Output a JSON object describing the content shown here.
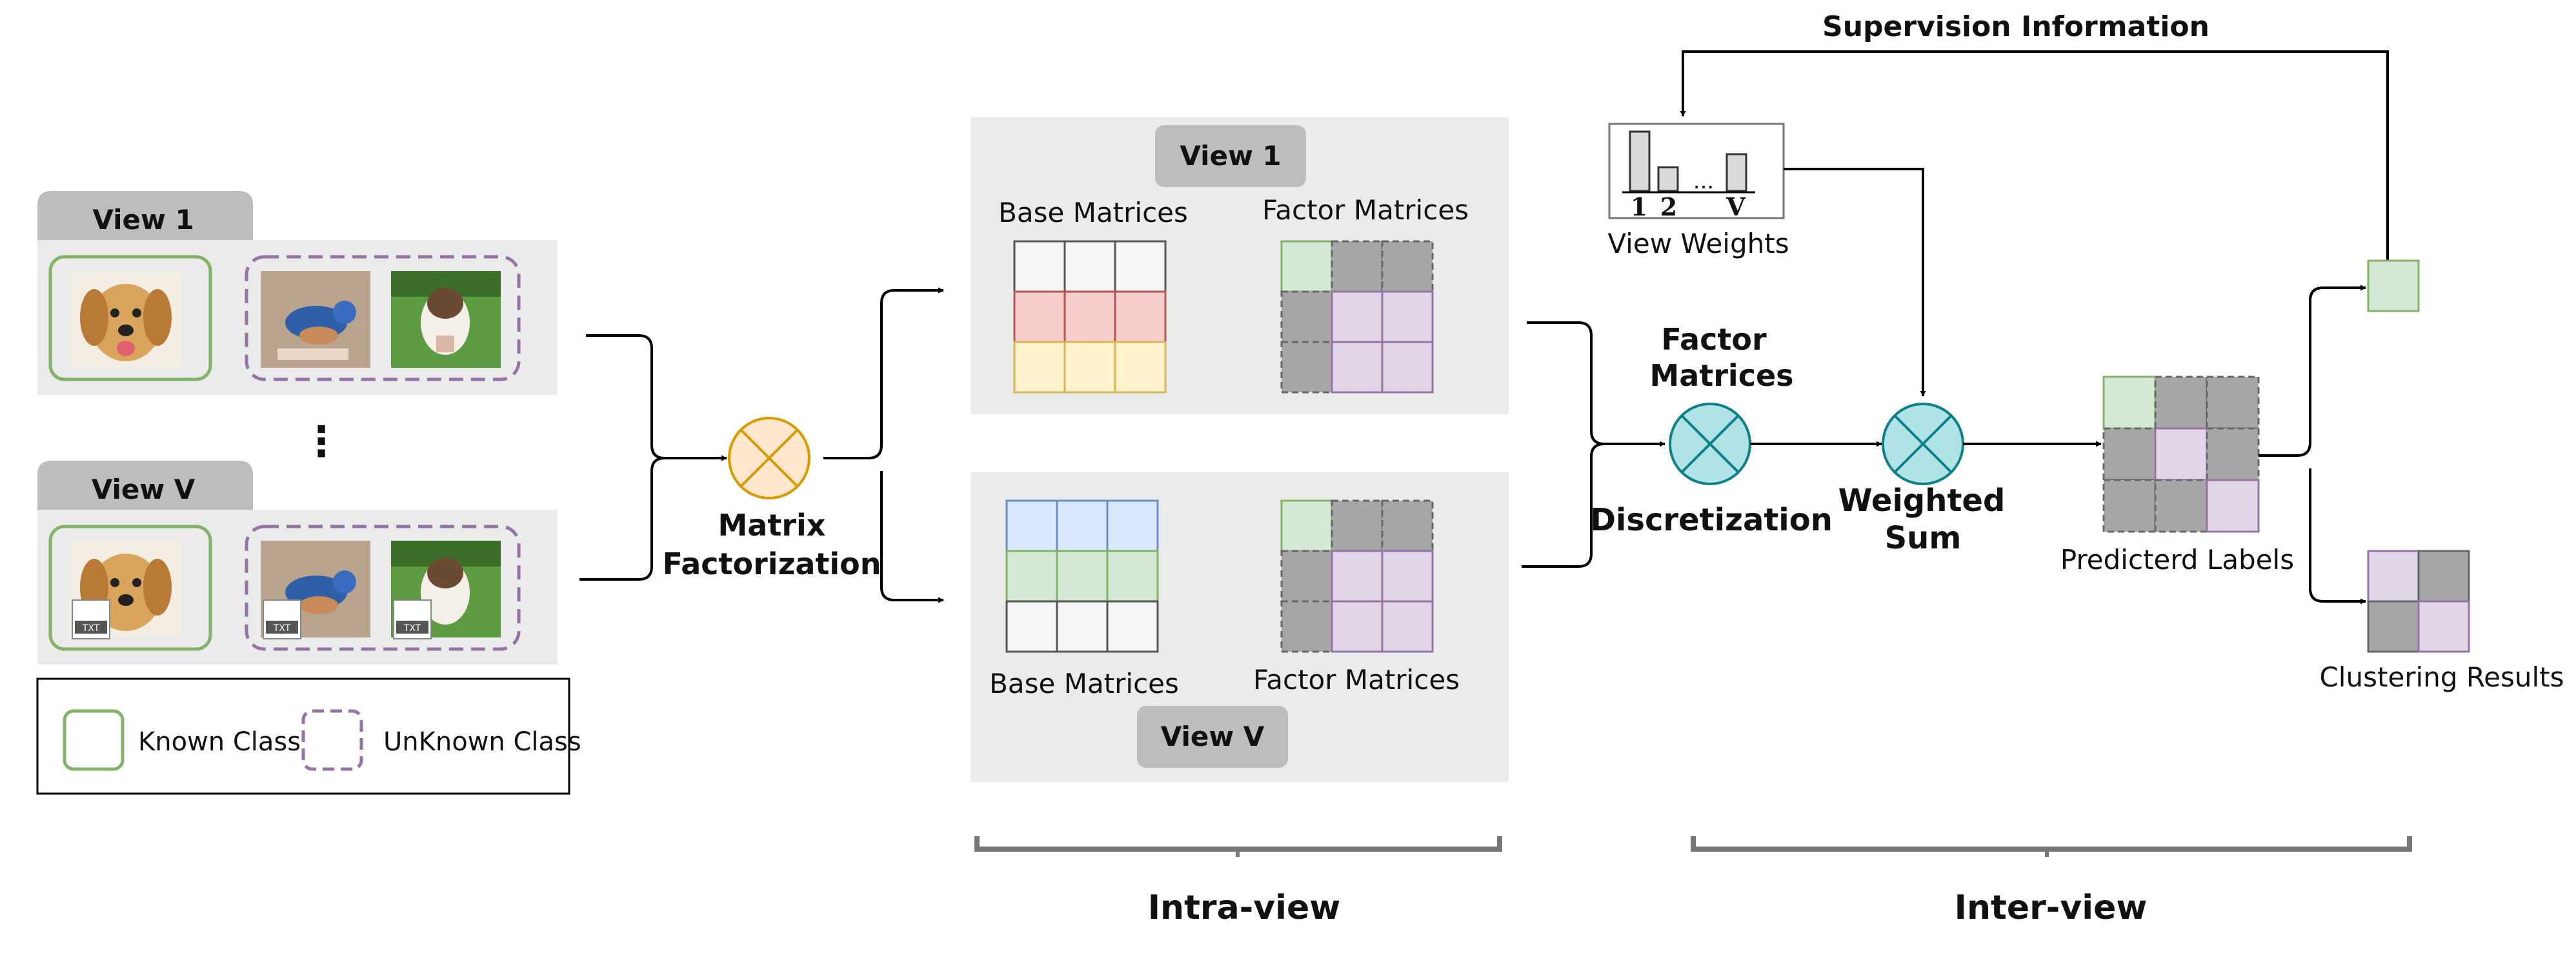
{
  "views": {
    "view_1_tab": "View 1",
    "view_v_tab": "View V",
    "ellipsis": "⋮"
  },
  "legend": {
    "known": "Known Class",
    "unknown": "UnKnown Class"
  },
  "image_icons": {
    "dog": "dog-photo",
    "bird": "bird-photo",
    "cow": "cow-photo",
    "txt_badge": "TXT"
  },
  "matrix_factorization": {
    "line1": "Matrix",
    "line2": "Factorization"
  },
  "intra_view": {
    "top_panel": {
      "title": "View 1",
      "base_label": "Base Matrices",
      "factor_label": "Factor Matrices"
    },
    "bottom_panel": {
      "title": "View V",
      "base_label": "Base Matrices",
      "factor_label": "Factor Matrices"
    },
    "section_label": "Intra-view"
  },
  "inter_view": {
    "supervision": "Supervision Information",
    "view_weights": {
      "label": "View Weights",
      "ticks": [
        "1",
        "2",
        "V"
      ],
      "dots": "...",
      "values": [
        1.0,
        0.4,
        0.62
      ]
    },
    "factor_matrices": {
      "line1": "Factor",
      "line2": "Matrices"
    },
    "discretization": "Discretization",
    "weighted_sum": {
      "line1": "Weighted",
      "line2": "Sum"
    },
    "predicted_labels": "Predicterd Labels",
    "clustering_results": "Clustering Results",
    "section_label": "Inter-view"
  },
  "colors": {
    "panel_bg": "#ebebeb",
    "tab_bg": "#bdbdbd",
    "known_green": "#82b366",
    "unknown_purple": "#9673a6",
    "green_fill": "#d5e8d4",
    "purple_fill": "#e1d5e7",
    "gray_fill": "#a6a6a6",
    "red_fill": "#f8cecc",
    "yellow_fill": "#fff2cc",
    "blue_fill": "#dae8fc",
    "orange_op": "#ffe6cc",
    "orange_stroke": "#d79b00",
    "teal_op": "#b0e3e6",
    "teal_stroke": "#0e8088"
  }
}
